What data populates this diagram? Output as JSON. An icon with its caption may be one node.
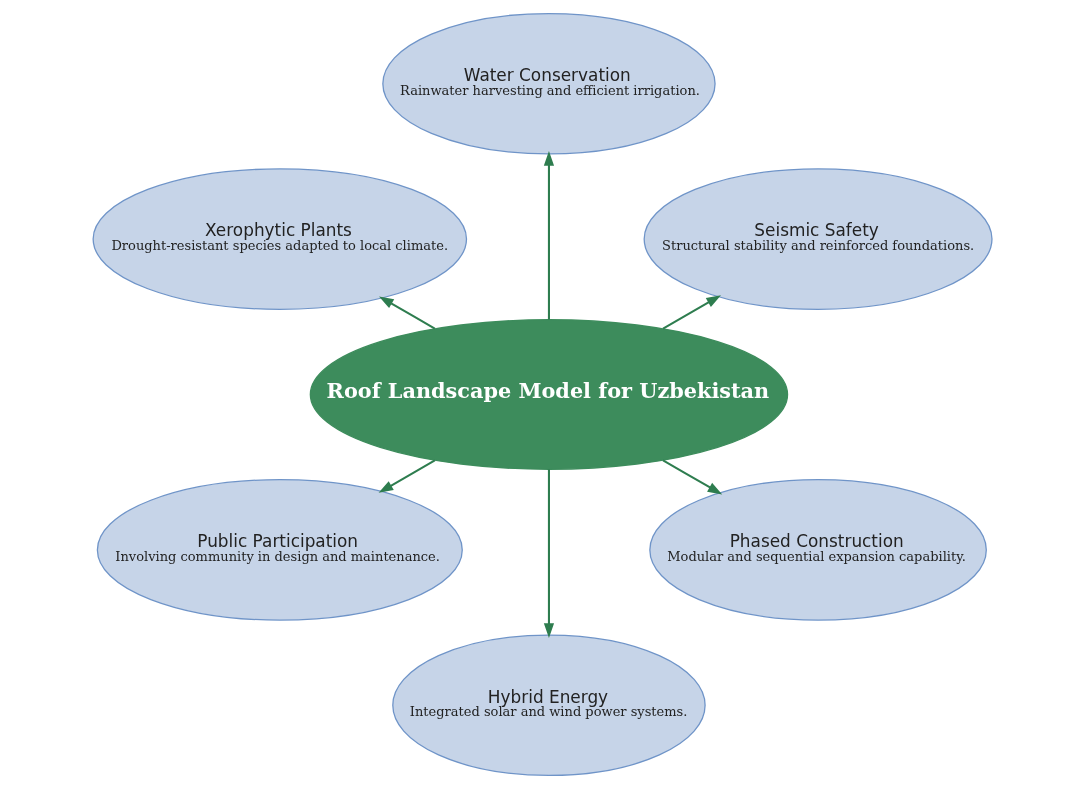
{
  "diagram": {
    "nodes": [
      {
        "text": [
          "Roof Landscape Model for Uzbekistan"
        ]
      },
      {
        "text": [
          "Seismic Safety",
          "Structural stability and reinforced foundations."
        ]
      },
      {
        "text": [
          "Water Conservation",
          "Rainwater harvesting and efficient irrigation."
        ]
      },
      {
        "text": [
          "Xerophytic Plants",
          "Drought-resistant species adapted to local climate."
        ]
      },
      {
        "text": [
          "Public Participation",
          "Involving community in design and maintenance."
        ]
      },
      {
        "text": [
          "Hybrid Energy",
          "Integrated solar and wind power systems."
        ]
      },
      {
        "text": [
          "Phased Construction",
          "Modular and sequential expansion capability."
        ]
      }
    ],
    "edges": [
      {
        "from": 0,
        "to": 1,
        "arrow": "to"
      },
      {
        "from": 0,
        "to": 3,
        "arrow": "to"
      },
      {
        "from": 0,
        "to": 5,
        "arrow": "to"
      },
      {
        "from": 0,
        "to": 6,
        "arrow": "to"
      },
      {
        "from": 0,
        "to": 4,
        "arrow": "to"
      },
      {
        "from": 0,
        "to": 2,
        "arrow": "to"
      }
    ]
  }
}
